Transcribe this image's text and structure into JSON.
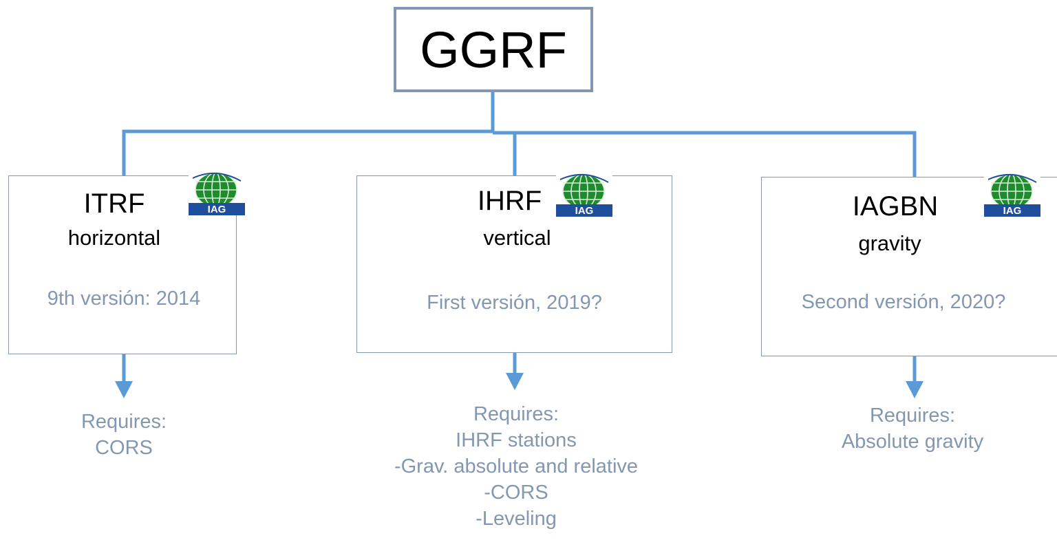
{
  "root": {
    "label": "GGRF"
  },
  "frames": [
    {
      "id": "itrf",
      "title": "ITRF",
      "subtitle": "horizontal",
      "version": "9th versión: 2014",
      "requires": [
        "Requires:",
        "CORS"
      ]
    },
    {
      "id": "ihrf",
      "title": "IHRF",
      "subtitle": "vertical",
      "version": "First versión, 2019?",
      "requires": [
        "Requires:",
        "IHRF stations",
        "-Grav. absolute and  relative",
        "-CORS",
        "-Leveling"
      ]
    },
    {
      "id": "iagbn",
      "title": "IAGBN",
      "subtitle": "gravity",
      "version": "Second versión, 2020?",
      "requires": [
        "Requires:",
        "Absolute gravity"
      ]
    }
  ],
  "logo": {
    "text": "IAG",
    "icon": "iag-globe-logo"
  },
  "colors": {
    "connector": "#5b9bd5",
    "box_border": "#8497b0",
    "muted_text": "#8497b0",
    "logo_green": "#1f8a2e",
    "logo_blue": "#1f4e9c"
  }
}
